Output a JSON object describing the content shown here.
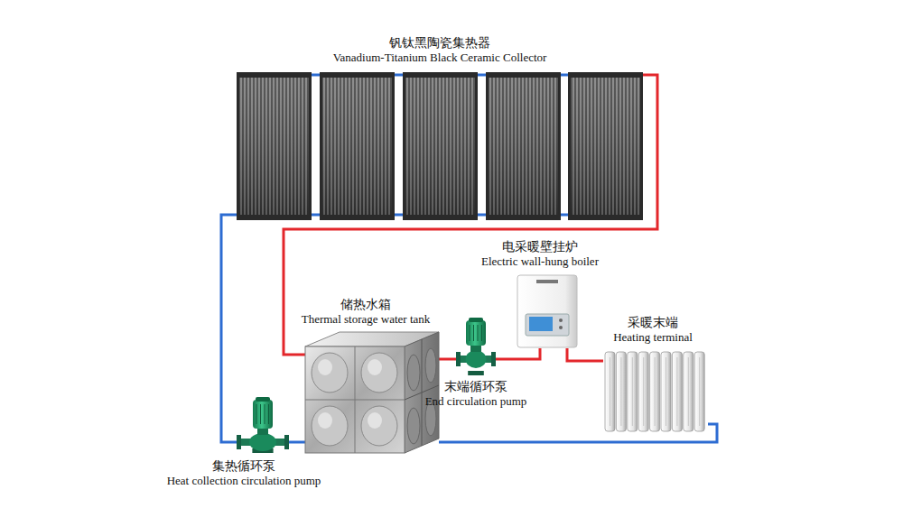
{
  "diagram": {
    "nodes": [
      {
        "text": [
          "钒钛黑陶瓷集热器",
          "Vanadium-Titanium Black Ceramic Collector"
        ]
      },
      {
        "text": [
          "电采暖壁挂炉",
          "Electric wall-hung boiler"
        ]
      },
      {
        "text": [
          "储热水箱",
          "Thermal storage water tank"
        ]
      },
      {
        "text": [
          "末端循环泵",
          "End circulation pump"
        ]
      },
      {
        "text": [
          "采暖末端",
          "Heating terminal"
        ]
      },
      {
        "text": [
          "集热循环泵",
          "Heat collection circulation pump"
        ]
      }
    ],
    "edges": [
      {
        "from": 0,
        "to": 2,
        "arrow": "none"
      },
      {
        "from": 2,
        "to": 5,
        "arrow": "none"
      },
      {
        "from": 5,
        "to": 0,
        "arrow": "none"
      },
      {
        "from": 2,
        "to": 3,
        "arrow": "none"
      },
      {
        "from": 3,
        "to": 1,
        "arrow": "none"
      },
      {
        "from": 1,
        "to": 4,
        "arrow": "none"
      },
      {
        "from": 4,
        "to": 2,
        "arrow": "none"
      }
    ]
  }
}
